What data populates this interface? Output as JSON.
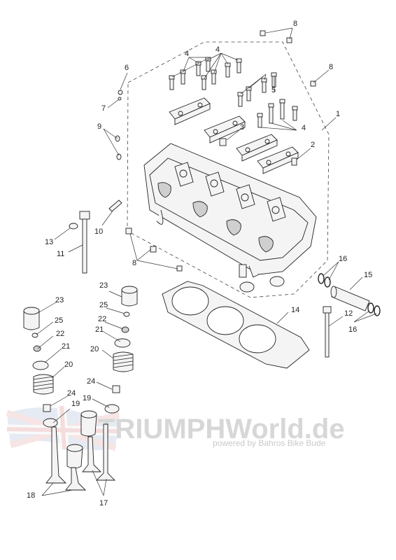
{
  "diagram": {
    "callouts": {
      "c1": "1",
      "c2": "2",
      "c3": "3",
      "c4a": "4",
      "c4b": "4",
      "c4c": "4",
      "c5": "5",
      "c6": "6",
      "c7": "7",
      "c8a": "8",
      "c8b": "8",
      "c8c": "8",
      "c9": "9",
      "c10": "10",
      "c11": "11",
      "c12": "12",
      "c13": "13",
      "c14": "14",
      "c15": "15",
      "c16a": "16",
      "c16b": "16",
      "c17": "17",
      "c18": "18",
      "c19a": "19",
      "c19b": "19",
      "c20a": "20",
      "c20b": "20",
      "c21a": "21",
      "c21b": "21",
      "c22a": "22",
      "c22b": "22",
      "c23a": "23",
      "c23b": "23",
      "c24a": "24",
      "c24b": "24",
      "c25a": "25",
      "c25b": "25"
    }
  },
  "watermark": {
    "title": "TRIUMPHWorld.de",
    "subtitle": "powered by Bahros Bike Bude"
  }
}
